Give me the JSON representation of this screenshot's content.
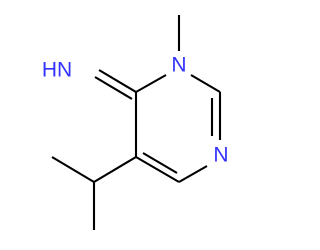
{
  "molecule": {
    "atom_labels": {
      "imine": "HN",
      "n1": "N",
      "n3": "N"
    },
    "colors": {
      "bond": "#000000",
      "nitrogen": "#3333ff",
      "background": "#ffffff"
    }
  }
}
